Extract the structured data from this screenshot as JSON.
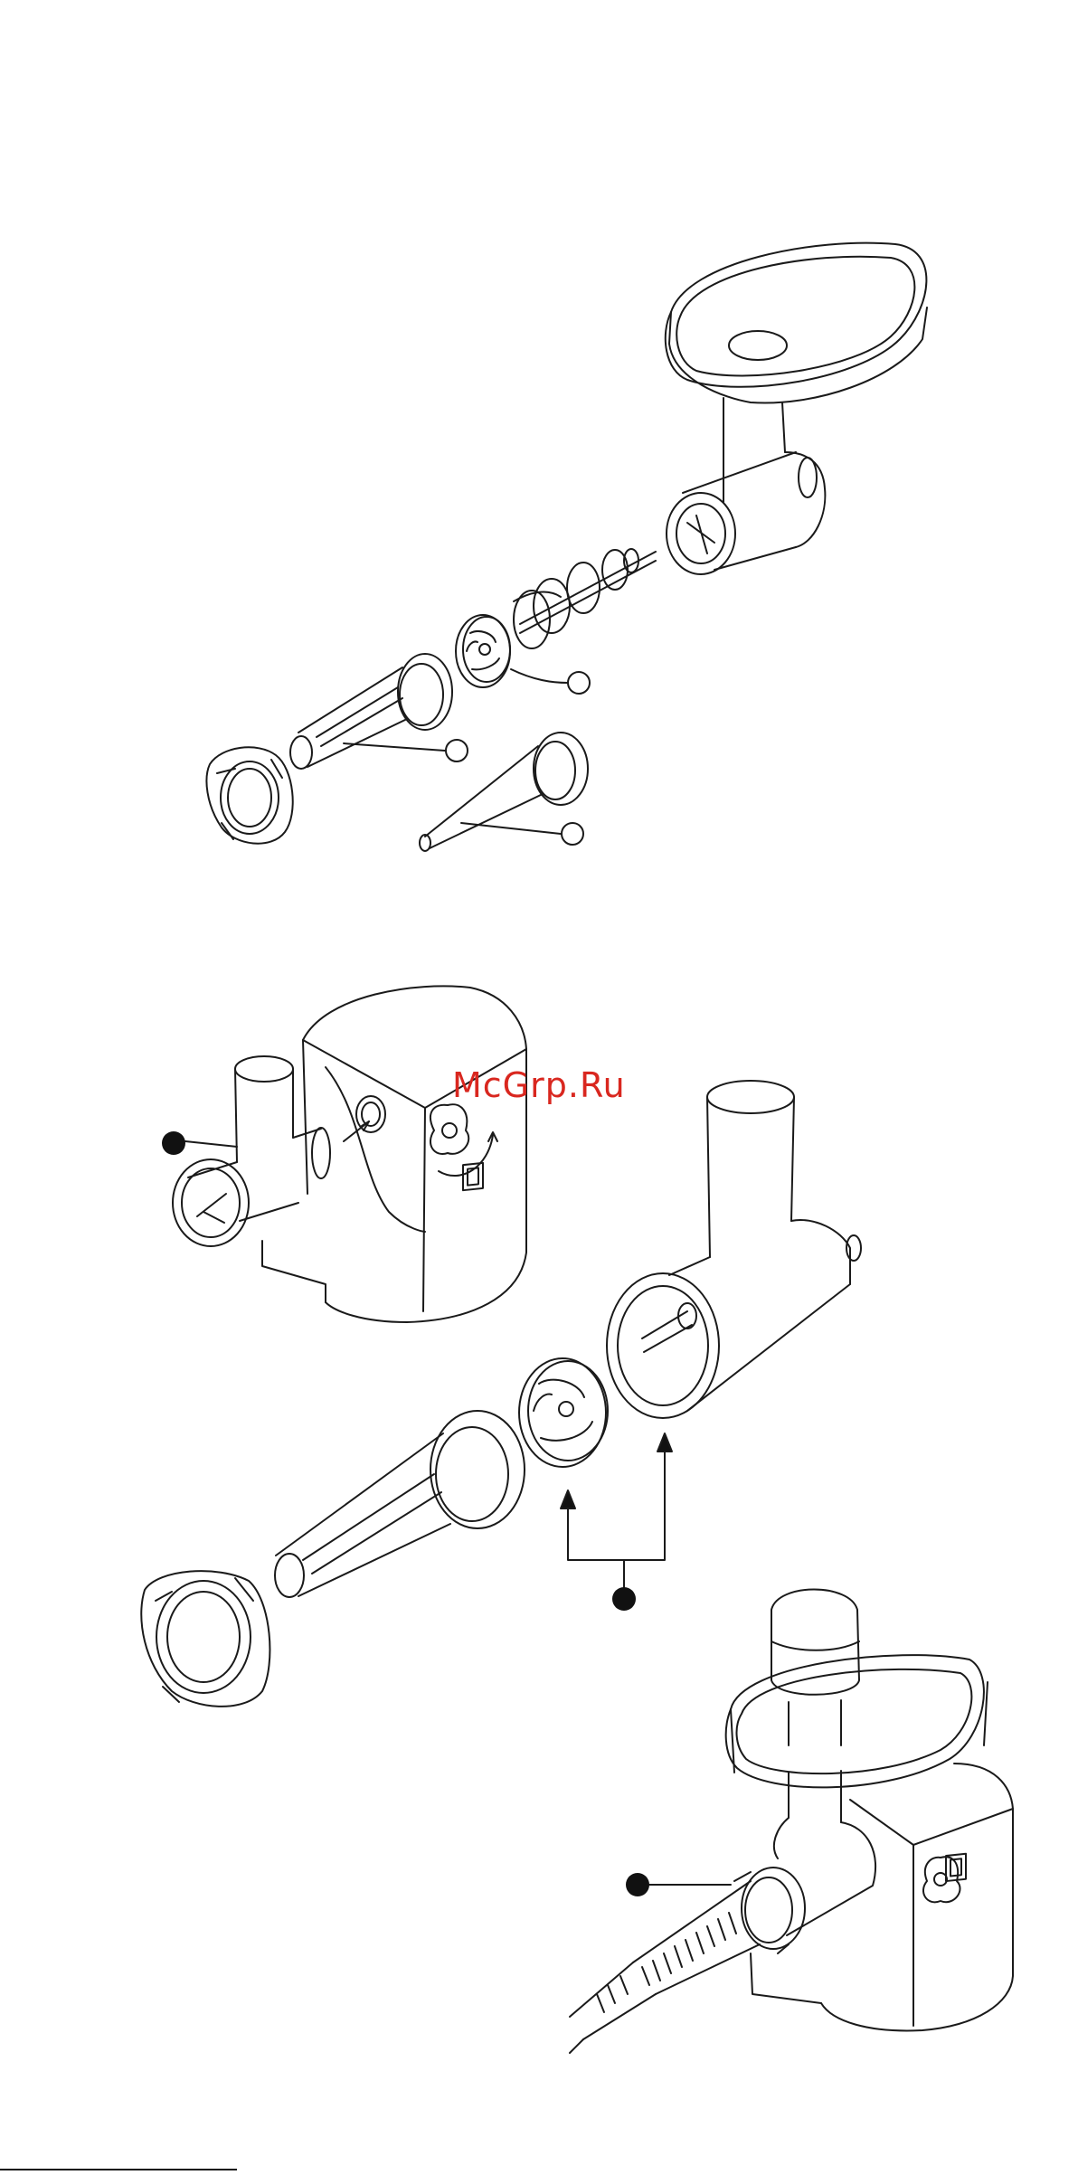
{
  "watermark": {
    "text": "McGrp.Ru",
    "color": "#d9271f"
  },
  "figures": [
    {
      "name": "exploded-sausage-attachment",
      "callouts": [
        "open-circle",
        "open-circle",
        "open-circle"
      ]
    },
    {
      "name": "attachment-mounting",
      "callouts": [
        "filled-circle",
        "filled-circle"
      ]
    },
    {
      "name": "sausage-filling-in-use",
      "callouts": [
        "filled-circle"
      ]
    }
  ],
  "colors": {
    "line": "#1a1a1a",
    "callout_fill": "#111111"
  }
}
